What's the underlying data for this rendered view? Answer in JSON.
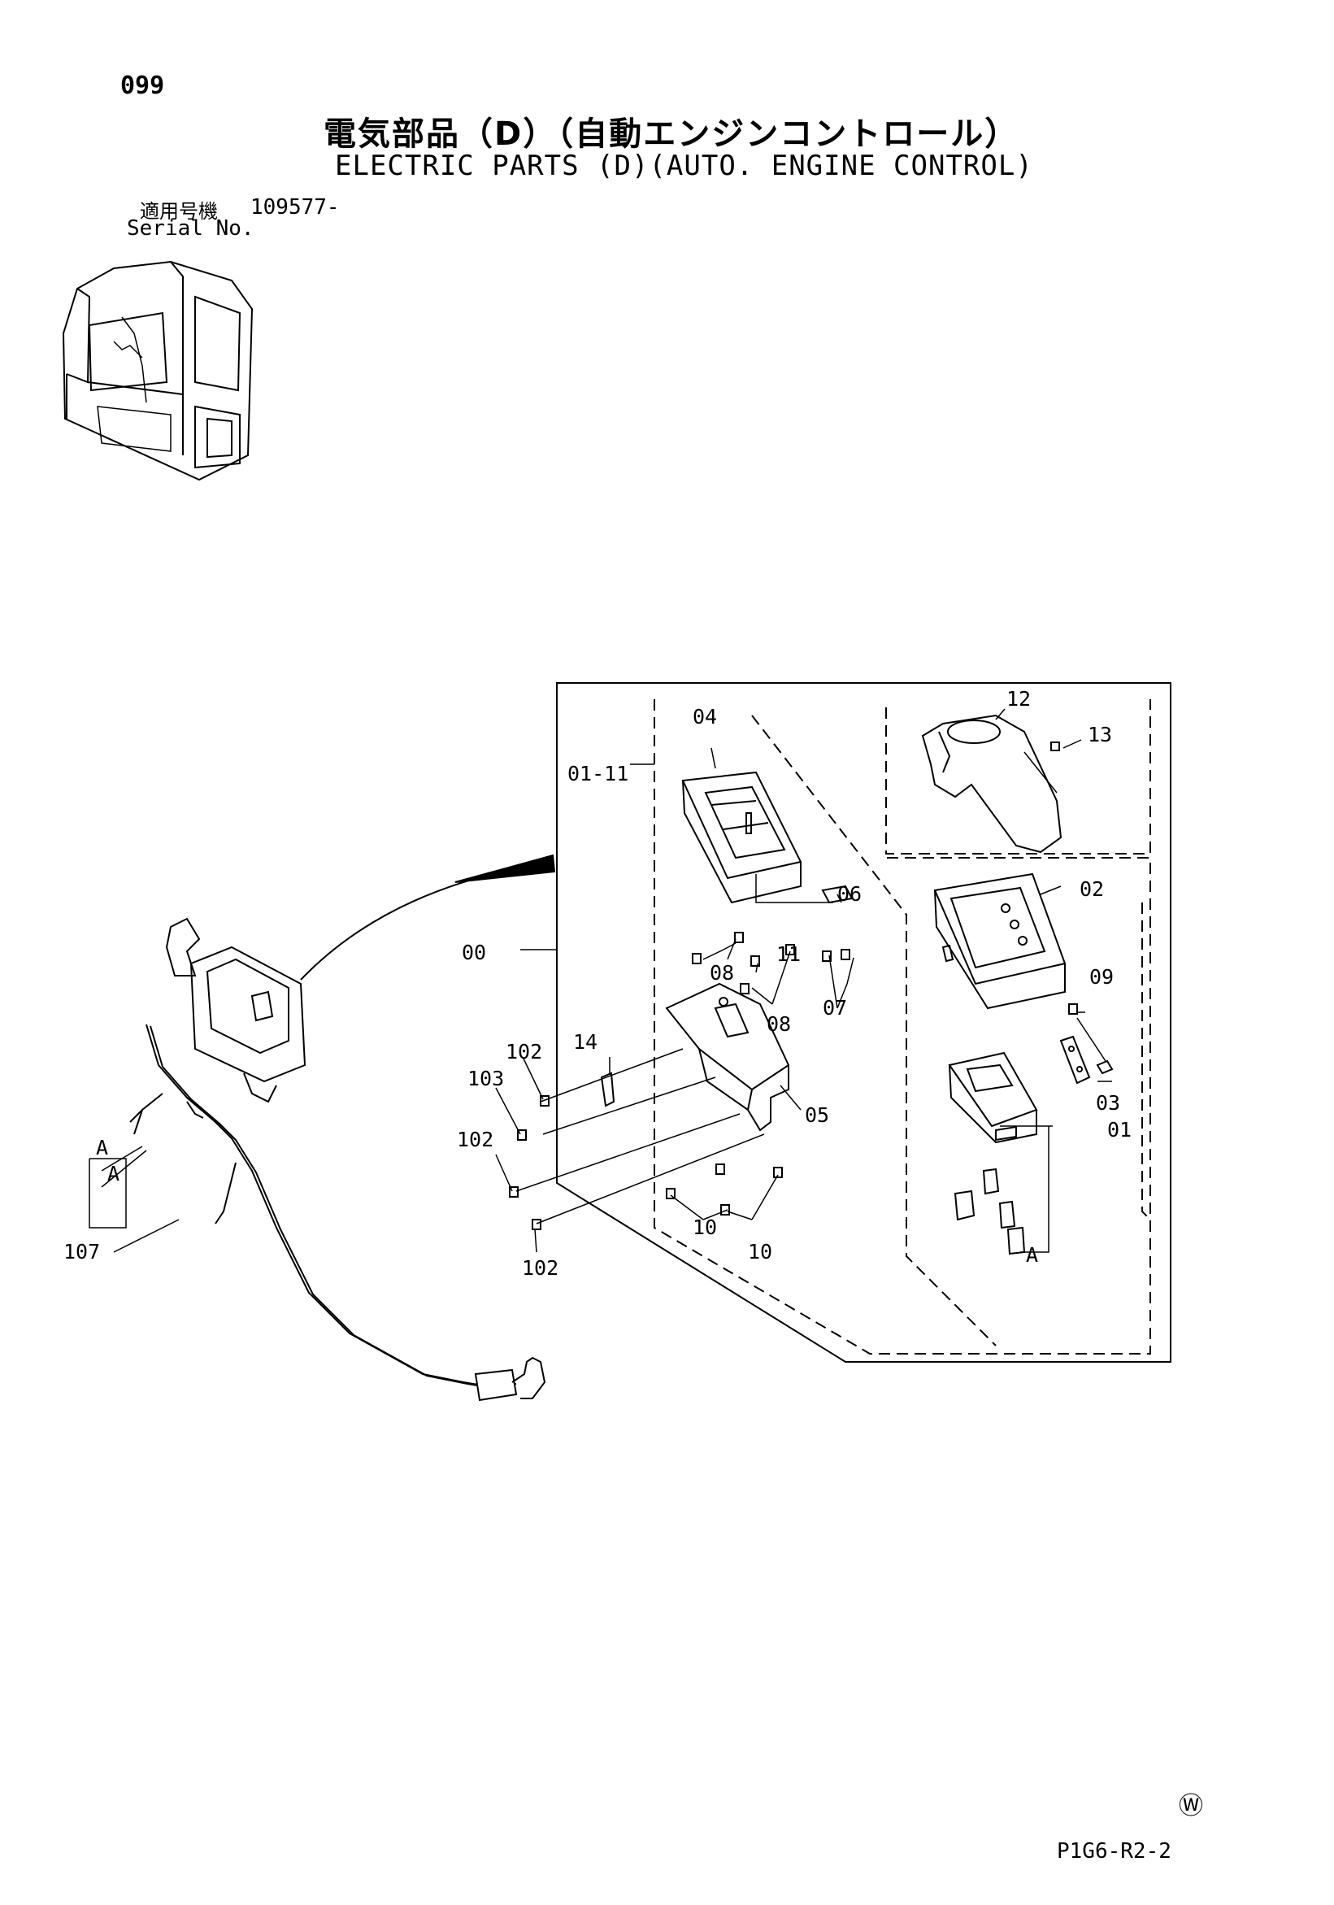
{
  "header": {
    "page_number": "099",
    "title_jp": "電気部品（D）（自動エンジンコントロール）",
    "title_en": "ELECTRIC PARTS (D)(AUTO. ENGINE CONTROL)",
    "serial_label_jp": "適用号機",
    "serial_value": "109577-",
    "serial_label_en": "Serial No."
  },
  "callouts": {
    "p00": "00",
    "p01_11": "01-11",
    "p01": "01",
    "p02": "02",
    "p03": "03",
    "p04": "04",
    "p05": "05",
    "p06": "06",
    "p07": "07",
    "p08a": "08",
    "p08b": "08",
    "p09": "09",
    "p10a": "10",
    "p10b": "10",
    "p11": "11",
    "p12": "12",
    "p13": "13",
    "p14": "14",
    "p102a": "102",
    "p102b": "102",
    "p102c": "102",
    "p103": "103",
    "p107": "107",
    "refA1": "A",
    "refA2": "A",
    "refA3": "A"
  },
  "footer": {
    "mark": "Ⓦ",
    "doc_code": "P1G6-R2-2"
  }
}
